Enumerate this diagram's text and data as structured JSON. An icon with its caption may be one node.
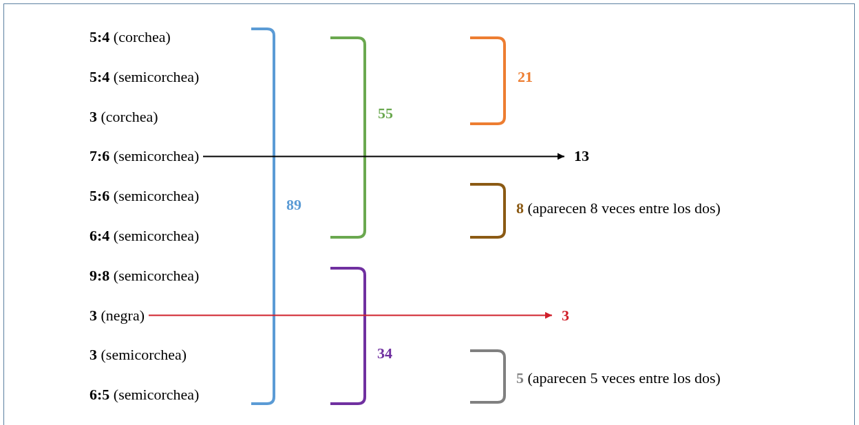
{
  "diagram": {
    "nodes": [
      {
        "text": [
          "**5:4** (corchea)"
        ]
      },
      {
        "text": [
          "**5:4** (semicorchea)"
        ]
      },
      {
        "text": [
          "**3** (corchea)"
        ]
      },
      {
        "text": [
          "**7:6** (semicorchea)"
        ]
      },
      {
        "text": [
          "**5:6** (semicorchea)"
        ]
      },
      {
        "text": [
          "**6:4** (semicorchea)"
        ]
      },
      {
        "text": [
          "**9:8** (semicorchea)"
        ]
      },
      {
        "text": [
          "**3** (negra)"
        ]
      },
      {
        "text": [
          "**3** (semicorchea)"
        ]
      },
      {
        "text": [
          "**6:5** (semicorchea)"
        ]
      },
      {
        "text": [
          "13"
        ]
      },
      {
        "text": [
          "3"
        ]
      }
    ],
    "edges": [
      {
        "from": 3,
        "to": 10,
        "arrow": "to"
      },
      {
        "from": 7,
        "to": 11,
        "arrow": "to",
        "color": "#d0202a"
      }
    ],
    "labels": [
      "89",
      "55",
      "21",
      "**8** (aparecen 8 veces entre los dos)",
      "34",
      "**5** (aparecen 5 veces entre los dos)"
    ]
  }
}
